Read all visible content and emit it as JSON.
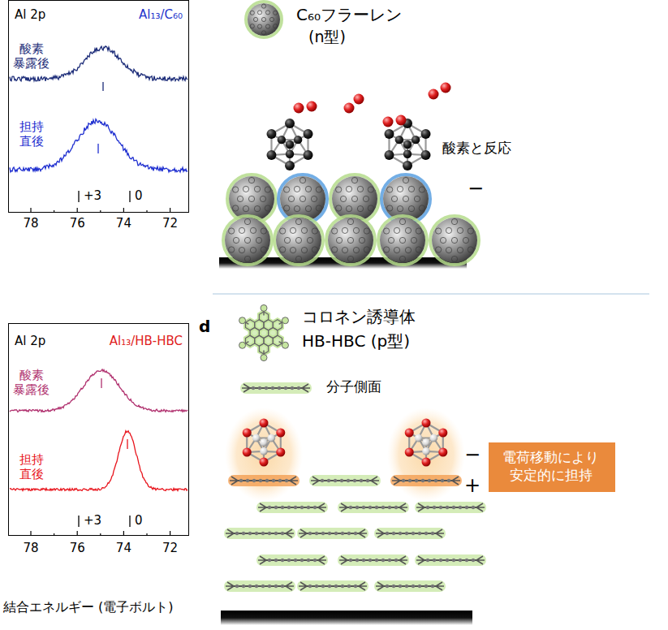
{
  "diagram": {
    "nodes": [
      {
        "text": [
          "Al 2p",
          "Al₁₃/C₆₀",
          "酸素 暴露後",
          "担持 直後",
          "+3",
          "0"
        ]
      },
      {
        "text": [
          "Al 2p",
          "Al₁₃/HB-HBC",
          "酸素 暴露後",
          "担持 直後",
          "+3",
          "0"
        ]
      },
      {
        "text": [
          "電荷移動により 安定的に担持"
        ]
      }
    ],
    "labels": [
      "C₆₀フラーレン",
      "(n型)",
      "酸素と反応",
      "−",
      "78",
      "76",
      "74",
      "72",
      "d",
      "コロネン誘導体",
      "HB-HBC (p型)",
      "分子側面",
      "−",
      "+",
      "78",
      "76",
      "74",
      "72",
      "結合エネルギー (電子ボルト)"
    ]
  }
}
